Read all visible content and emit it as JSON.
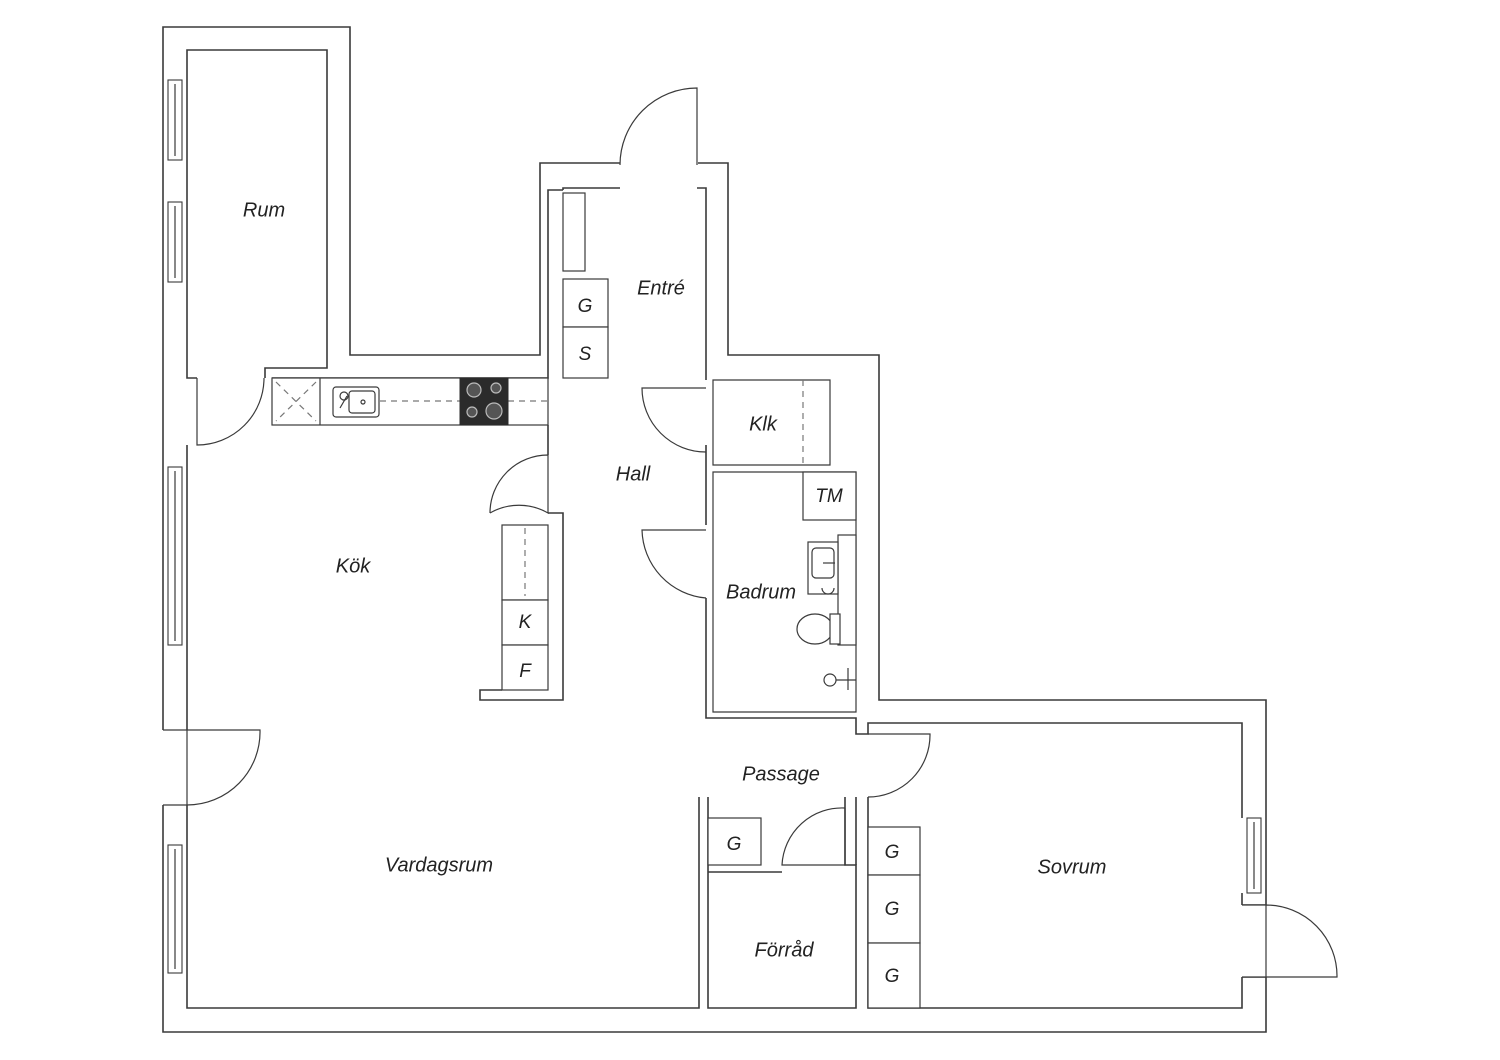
{
  "rooms": {
    "rum": "Rum",
    "entre": "Entré",
    "klk": "Klk",
    "hall": "Hall",
    "kok": "Kök",
    "badrum": "Badrum",
    "passage": "Passage",
    "vardagsrum": "Vardagsrum",
    "forrad": "Förråd",
    "sovrum": "Sovrum"
  },
  "cabinets": {
    "entre_g": "G",
    "entre_s": "S",
    "bath_tm": "TM",
    "kitchen_k": "K",
    "kitchen_f": "F",
    "passage_g": "G",
    "sovrum_g1": "G",
    "sovrum_g2": "G",
    "sovrum_g3": "G"
  },
  "colors": {
    "wall": "#3a3a3a",
    "stove": "#2b2b2b",
    "background": "#ffffff"
  }
}
